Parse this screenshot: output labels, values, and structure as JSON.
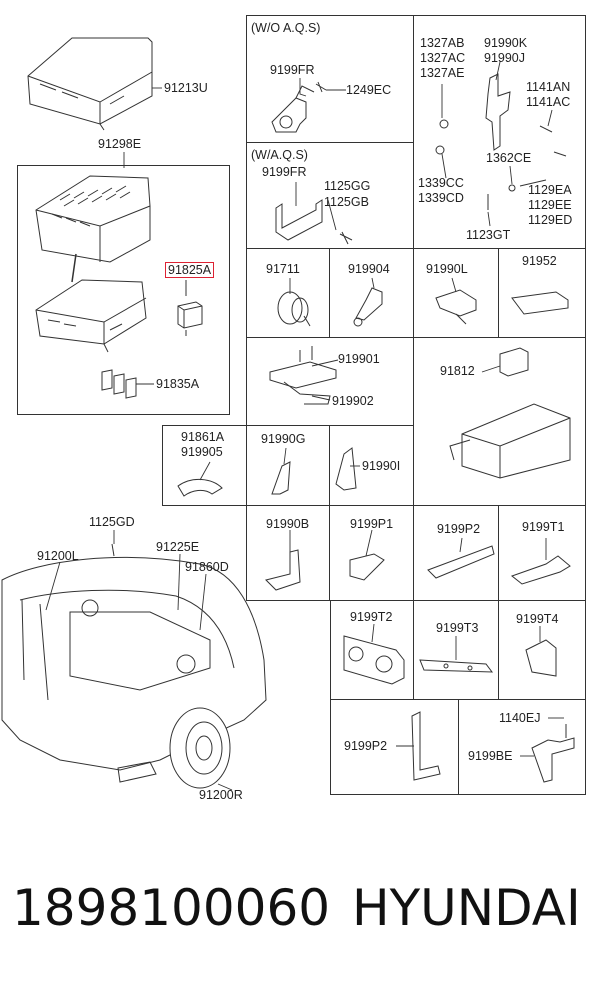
{
  "diagram": {
    "left": {
      "cover": "91213U",
      "box_title": "91298E",
      "relay": "91825A",
      "fuse": "91835A"
    },
    "g1": {
      "header": "(W/O A.Q.S)",
      "a": "9199FR",
      "b": "1249EC"
    },
    "g2": {
      "header": "(W/A.Q.S)",
      "a": "9199FR",
      "b1": "1125GG",
      "b2": "1125GB"
    },
    "g3": {
      "a1": "1327AB",
      "a2": "1327AC",
      "a3": "1327AE",
      "b1": "91990K",
      "b2": "91990J",
      "c1": "1141AN",
      "c2": "1141AC",
      "d": "1362CE",
      "e1": "1339CC",
      "e2": "1339CD",
      "f1": "1129EA",
      "f2": "1129EE",
      "f3": "1129ED",
      "g": "1123GT"
    },
    "row3": {
      "a": "91711",
      "b": "919904",
      "c": "91990L",
      "d": "91952"
    },
    "row4": {
      "a": "919901",
      "b": "919902",
      "c": "91812"
    },
    "row5": {
      "a1": "91861A",
      "a2": "919905",
      "b": "91990G",
      "c": "91990I"
    },
    "row6": {
      "a": "91990B",
      "b": "9199P1",
      "c": "9199P2",
      "d": "9199T1"
    },
    "row7": {
      "a": "9199T2",
      "b": "9199T3",
      "c": "9199T4"
    },
    "row8": {
      "a": "9199P2",
      "b": "1140EJ",
      "c": "9199BE"
    },
    "car": {
      "a": "1125GD",
      "b": "91200L",
      "c": "91225E",
      "d": "91860D",
      "e": "91200R"
    }
  },
  "footer": {
    "part_number": "1898100060",
    "brand": "HYUNDAI"
  }
}
